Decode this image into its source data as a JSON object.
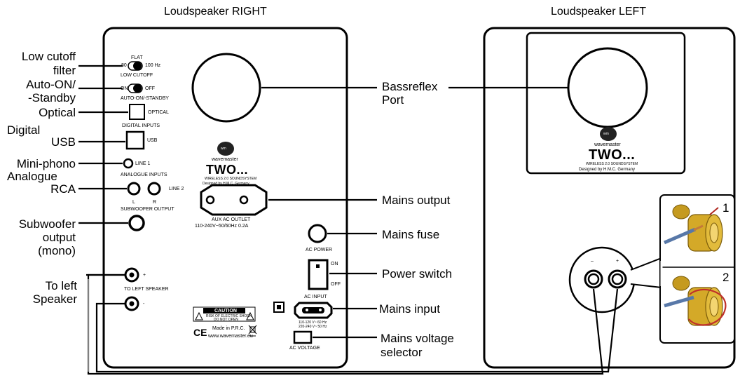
{
  "headers": {
    "right_speaker": "Loudspeaker RIGHT",
    "left_speaker": "Loudspeaker LEFT"
  },
  "callouts_left": {
    "low_cutoff": [
      "Low cutoff",
      "filter"
    ],
    "auto_on": [
      "Auto-ON/",
      "-Standby"
    ],
    "optical": "Optical",
    "digital": "Digital",
    "usb": "USB",
    "mini_phono": "Mini-phono",
    "analogue": "Analogue",
    "rca": "RCA",
    "subwoofer": [
      "Subwoofer",
      "output",
      "(mono)"
    ],
    "to_left": [
      "To left",
      "Speaker"
    ]
  },
  "callouts_right": {
    "bassreflex": [
      "Bassreflex",
      "Port"
    ],
    "mains_output": "Mains output",
    "mains_fuse": "Mains fuse",
    "power_switch": "Power switch",
    "mains_input": "Mains input",
    "voltage_selector": [
      "Mains voltage",
      "selector"
    ]
  },
  "panel_labels": {
    "flat": "FLAT",
    "eighty": "80",
    "hundred_hz": "100 Hz",
    "low_cutoff": "LOW CUTOFF",
    "on": "ON",
    "off": "OFF",
    "auto_standby": "AUTO-ON/-STANDBY",
    "optical": "OPTICAL",
    "digital_inputs": "DIGITAL INPUTS",
    "usb": "USB",
    "line1": "LINE 1",
    "analogue_inputs": "ANALOGUE INPUTS",
    "line2": "LINE 2",
    "l": "L",
    "r": "R",
    "subwoofer_output": "SUBWOOFER OUTPUT",
    "plus": "+",
    "minus": "-",
    "to_left_speaker": "TO LEFT SPEAKER",
    "aux_ac_outlet": "AUX AC OUTLET",
    "aux_ac_rating": "110-240V~50/60Hz 0.2A",
    "ac_power": "AC POWER",
    "switch_on": "ON",
    "switch_off": "OFF",
    "ac_input": "AC INPUT",
    "ac_input_spec1": "110-120 V~ 60 Hz",
    "ac_input_spec2": "220-240 V~ 50 Hz",
    "ac_voltage": "AC VOLTAGE",
    "caution": "CAUTION",
    "caution_sub1": "RISK OF ELECTRIC SHOCK",
    "caution_sub2": "DO NOT OPEN",
    "ce": "CE",
    "made_in": "Made in P.R.C.",
    "website": "www.wavemaster.eu",
    "terminal_minus": "–",
    "terminal_plus": "+"
  },
  "brand": {
    "logo_mark": "wm",
    "maker": "wavemaster",
    "model": "TWO...",
    "tagline": "WIRELESS 2.0 SOUNDSYSTEM",
    "designed_by": "Designed by H.M.C. Germany"
  },
  "insets": {
    "step1": "1",
    "step2": "2"
  }
}
